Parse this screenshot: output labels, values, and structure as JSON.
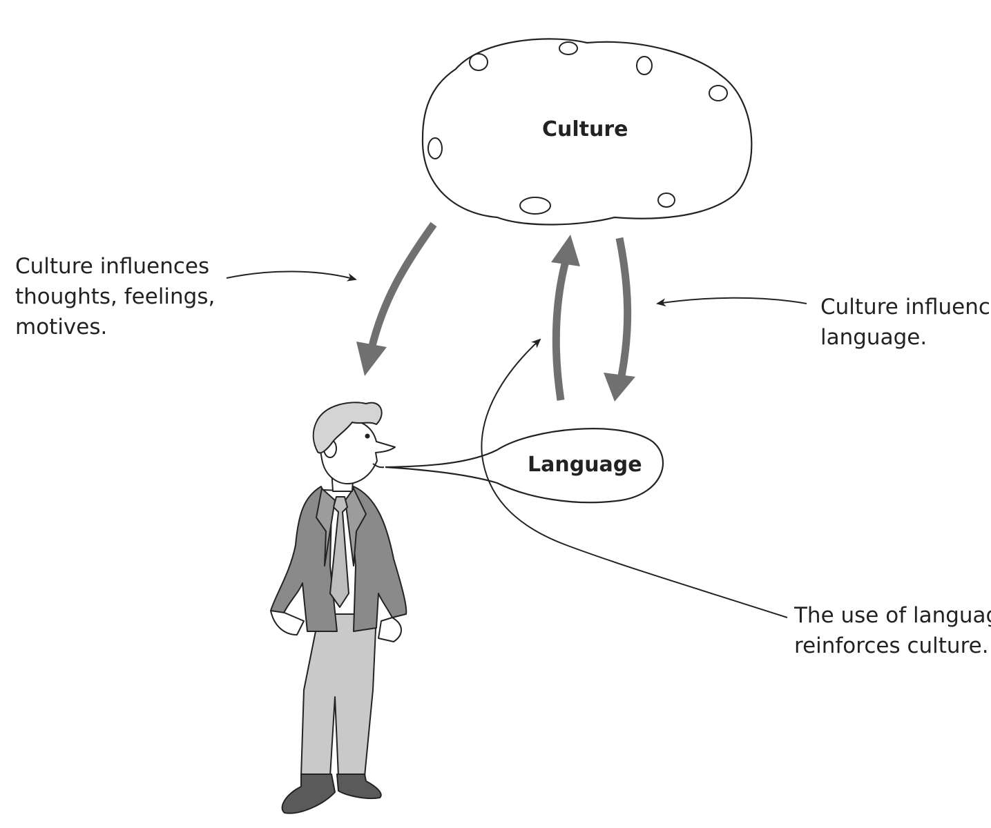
{
  "nodes": {
    "culture": "Culture",
    "language": "Language"
  },
  "annotations": {
    "culture_thoughts": [
      "Culture influences",
      "thoughts, feelings,",
      "motives."
    ],
    "culture_language": [
      "Culture influences",
      "language."
    ],
    "language_reinforces": [
      "The use of language",
      "reinforces culture."
    ]
  },
  "colors": {
    "ink": "#222222",
    "flow_arrow": "#707070",
    "suit": "#8a8a8a",
    "trousers": "#c9c9c9",
    "shoes": "#5a5a5a",
    "hair": "#d4d4d4"
  },
  "icons": {
    "person": "man-in-suit-illustration",
    "cloud": "thought-cloud",
    "bubble": "speech-bubble"
  }
}
